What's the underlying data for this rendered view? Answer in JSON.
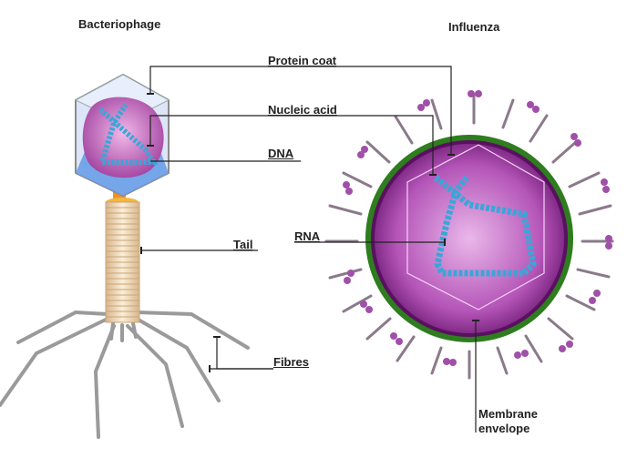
{
  "titles": {
    "left": "Bacteriophage",
    "right": "Influenza"
  },
  "labels": {
    "protein_coat": "Protein coat",
    "nucleic_acid": "Nucleic acid",
    "dna": "DNA",
    "rna": "RNA",
    "tail": "Tail",
    "fibres": "Fibres",
    "membrane_line1": "Membrane",
    "membrane_line2": "envelope"
  },
  "colors": {
    "capsid_blue": "#6a9ee8",
    "capsid_light": "#dde6f8",
    "nucleus_purple": "#b050b0",
    "dna_blue": "#3aa6d8",
    "virus_purple": "#8a2a8e",
    "membrane_green": "#2e7d1e",
    "tail_beige": "#f2dcb8",
    "fibre_grey": "#9a9a9a"
  }
}
